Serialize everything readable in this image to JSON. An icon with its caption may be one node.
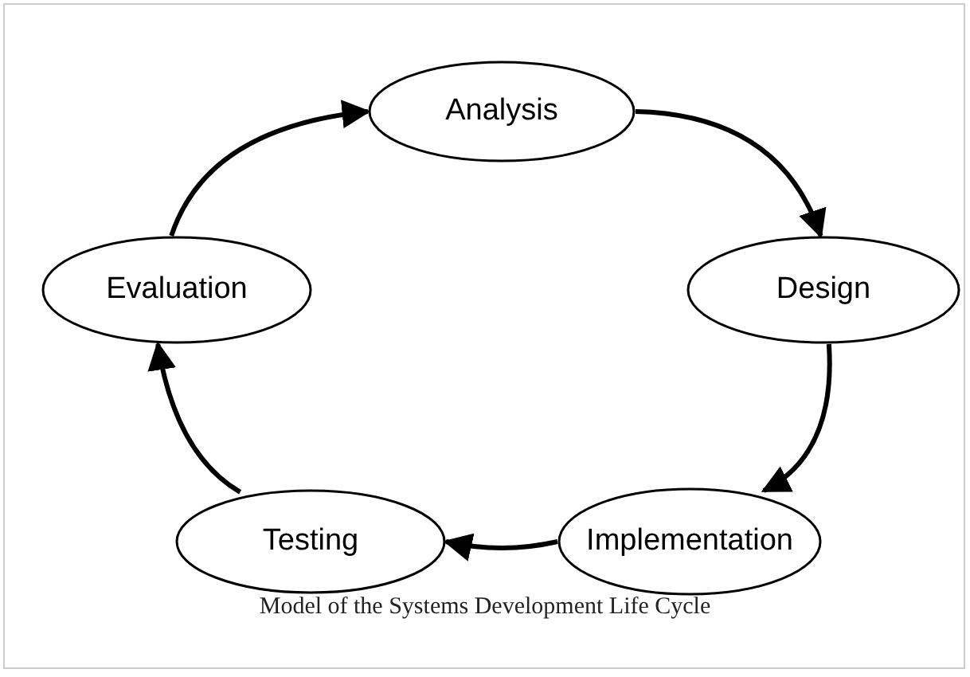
{
  "diagram": {
    "caption": "Model of the Systems Development Life Cycle",
    "nodes": [
      {
        "text": [
          "Analysis"
        ]
      },
      {
        "text": [
          "Design"
        ]
      },
      {
        "text": [
          "Implementation"
        ]
      },
      {
        "text": [
          "Testing"
        ]
      },
      {
        "text": [
          "Evaluation"
        ]
      }
    ],
    "edges": [
      {
        "from": 0,
        "to": 1,
        "arrow": "to"
      },
      {
        "from": 1,
        "to": 2,
        "arrow": "to"
      },
      {
        "from": 2,
        "to": 3,
        "arrow": "to"
      },
      {
        "from": 3,
        "to": 4,
        "arrow": "to"
      },
      {
        "from": 4,
        "to": 0,
        "arrow": "to"
      }
    ]
  }
}
